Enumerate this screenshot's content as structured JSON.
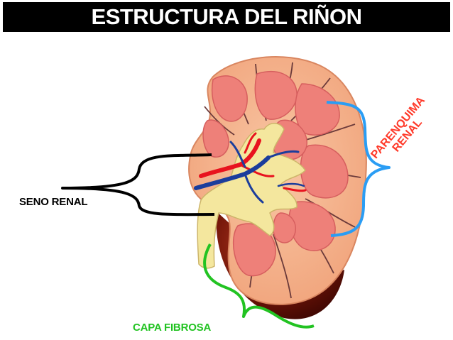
{
  "title": "ESTRUCTURA DEL RIÑON",
  "labels": {
    "seno_renal": "SENO RENAL",
    "capa_fibrosa": "CAPA FIBROSA",
    "parenquima_line1": "PARENQUIMA",
    "parenquima_line2": "RENAL"
  },
  "colors": {
    "title_bg": "#000000",
    "title_text": "#ffffff",
    "seno_bracket": "#000000",
    "parenquima_bracket": "#2a9df4",
    "parenquima_text": "#ff3a2a",
    "capa_fibrosa": "#22c322",
    "cortex": "#f6b48e",
    "pyramids": "#ee8079",
    "pelvis": "#f4e79e",
    "capsule_dark": "#5a0d05",
    "artery": "#e8121e",
    "vein": "#1b3d9c"
  }
}
